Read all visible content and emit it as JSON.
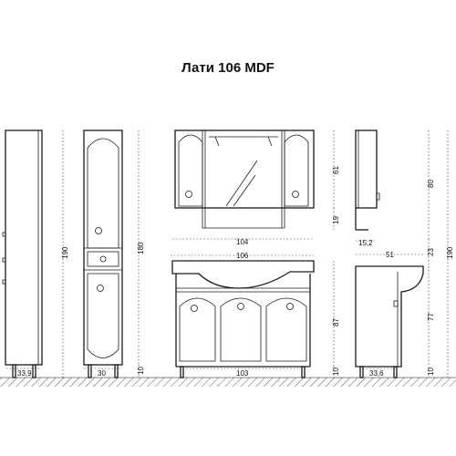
{
  "title": "Лати 106 MDF",
  "dimensions": {
    "tall_cabinet_side_height": "190",
    "tall_cabinet_side_depth": "33,9",
    "tall_cabinet_front_height": "180",
    "tall_cabinet_front_legs": "10",
    "tall_cabinet_front_width": "30",
    "mirror_height": "61",
    "mirror_shelf": "19",
    "mirror_width": "104",
    "washbasin_width": "106",
    "vanity_height": "87",
    "vanity_legs": "10",
    "vanity_width": "103",
    "mirror_side_height": "80",
    "mirror_side_depth": "15,2",
    "vanity_side_top": "23",
    "vanity_side_depth": "51",
    "vanity_side_body": "77",
    "vanity_side_legs": "10",
    "vanity_side_base": "33,6",
    "overall_height": "190"
  }
}
